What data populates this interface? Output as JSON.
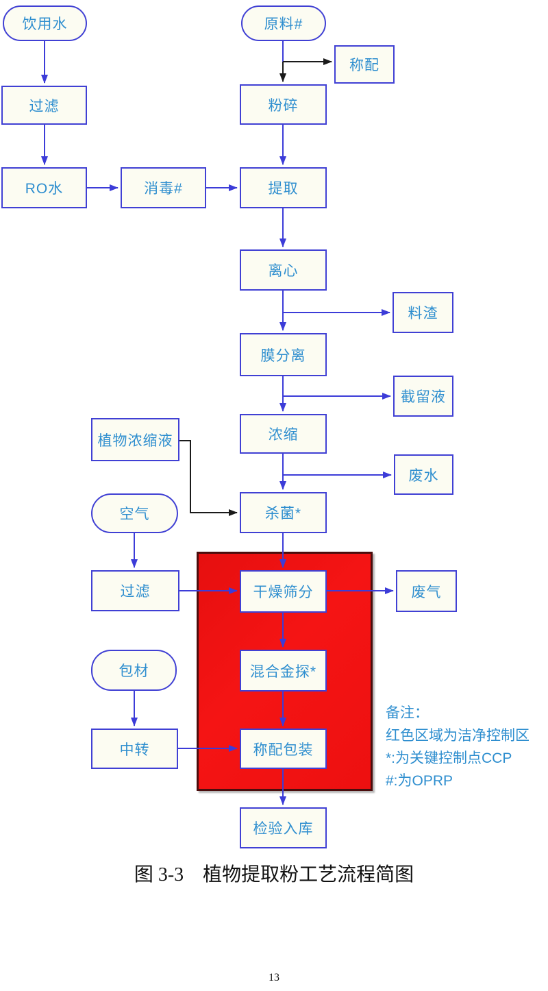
{
  "caption": "图 3-3　植物提取粉工艺流程简图",
  "page_number": "13",
  "notes": {
    "title": "备注：",
    "line_red_zone": "红色区域为洁净控制区",
    "line_ccp": "*:为关键控制点CCP",
    "line_oprp": "#:为OPRP"
  },
  "colors": {
    "box_border": "#4040d4",
    "box_fill": "#fcfcf2",
    "box_text": "#2e8ecf",
    "connector_blue": "#3c3cd8",
    "connector_black": "#1a1a1a",
    "red_zone_fill": "#ee1111",
    "red_zone_border": "#4a0d0d"
  },
  "nodes": {
    "drinking_water": {
      "label": "饮用水",
      "shape": "pill"
    },
    "raw_material": {
      "label": "原料#",
      "shape": "pill"
    },
    "weighing": {
      "label": "称配",
      "shape": "rect"
    },
    "filter1": {
      "label": "过滤",
      "shape": "rect"
    },
    "crushing": {
      "label": "粉碎",
      "shape": "rect"
    },
    "ro_water": {
      "label": "RO水",
      "shape": "rect"
    },
    "disinfection": {
      "label": "消毒#",
      "shape": "rect"
    },
    "extraction": {
      "label": "提取",
      "shape": "rect"
    },
    "centrifuge": {
      "label": "离心",
      "shape": "rect"
    },
    "residue": {
      "label": "料渣",
      "shape": "rect"
    },
    "membrane_separation": {
      "label": "膜分离",
      "shape": "rect"
    },
    "retentate": {
      "label": "截留液",
      "shape": "rect"
    },
    "concentration": {
      "label": "浓缩",
      "shape": "rect"
    },
    "plant_concentrate": {
      "label": "植物浓缩液",
      "shape": "rect"
    },
    "waste_water": {
      "label": "废水",
      "shape": "rect"
    },
    "sterilization": {
      "label": "杀菌*",
      "shape": "rect"
    },
    "air": {
      "label": "空气",
      "shape": "pill"
    },
    "filter2": {
      "label": "过滤",
      "shape": "rect"
    },
    "drying_sieving": {
      "label": "干燥筛分",
      "shape": "rect"
    },
    "waste_gas": {
      "label": "废气",
      "shape": "rect"
    },
    "metal_detection": {
      "label": "混合金探*",
      "shape": "rect"
    },
    "packaging_material": {
      "label": "包材",
      "shape": "pill"
    },
    "transfer": {
      "label": "中转",
      "shape": "rect"
    },
    "weighing_packing": {
      "label": "称配包装",
      "shape": "rect"
    },
    "inspection_storage": {
      "label": "检验入库",
      "shape": "rect"
    }
  },
  "edges": [
    {
      "from": "drinking_water",
      "to": "filter1",
      "color": "blue"
    },
    {
      "from": "filter1",
      "to": "ro_water",
      "color": "blue"
    },
    {
      "from": "ro_water",
      "to": "disinfection",
      "color": "blue"
    },
    {
      "from": "disinfection",
      "to": "extraction",
      "color": "blue"
    },
    {
      "from": "raw_material",
      "to": "crushing",
      "color": "black"
    },
    {
      "from": "raw_material",
      "to": "weighing",
      "color": "black"
    },
    {
      "from": "crushing",
      "to": "extraction",
      "color": "blue"
    },
    {
      "from": "extraction",
      "to": "centrifuge",
      "color": "blue"
    },
    {
      "from": "centrifuge",
      "to": "membrane_separation",
      "color": "blue"
    },
    {
      "from": "centrifuge",
      "to": "residue",
      "color": "blue"
    },
    {
      "from": "membrane_separation",
      "to": "concentration",
      "color": "blue"
    },
    {
      "from": "membrane_separation",
      "to": "retentate",
      "color": "blue"
    },
    {
      "from": "concentration",
      "to": "sterilization",
      "color": "blue"
    },
    {
      "from": "concentration",
      "to": "waste_water",
      "color": "blue"
    },
    {
      "from": "plant_concentrate",
      "to": "sterilization",
      "color": "black"
    },
    {
      "from": "sterilization",
      "to": "drying_sieving",
      "color": "blue"
    },
    {
      "from": "air",
      "to": "filter2",
      "color": "blue"
    },
    {
      "from": "filter2",
      "to": "drying_sieving",
      "color": "blue"
    },
    {
      "from": "drying_sieving",
      "to": "waste_gas",
      "color": "blue"
    },
    {
      "from": "drying_sieving",
      "to": "metal_detection",
      "color": "blue"
    },
    {
      "from": "metal_detection",
      "to": "weighing_packing",
      "color": "blue"
    },
    {
      "from": "packaging_material",
      "to": "transfer",
      "color": "blue"
    },
    {
      "from": "transfer",
      "to": "weighing_packing",
      "color": "blue"
    },
    {
      "from": "weighing_packing",
      "to": "inspection_storage",
      "color": "blue"
    }
  ]
}
